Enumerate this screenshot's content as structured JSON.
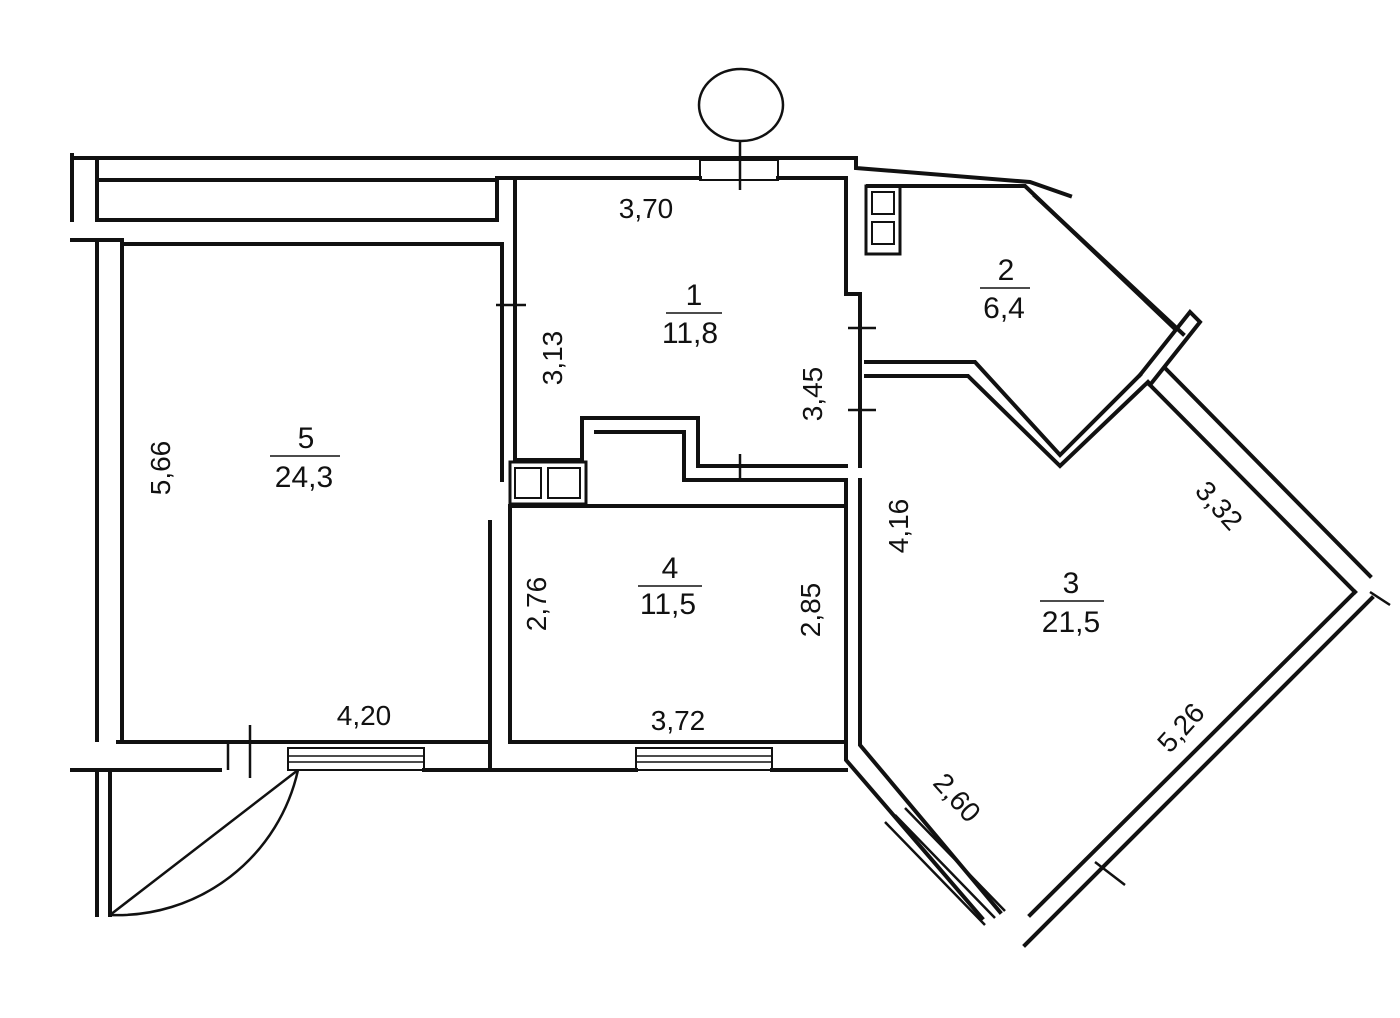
{
  "rooms": [
    {
      "number": "1",
      "area": "11,8"
    },
    {
      "number": "2",
      "area": "6,4"
    },
    {
      "number": "3",
      "area": "21,5"
    },
    {
      "number": "4",
      "area": "11,5"
    },
    {
      "number": "5",
      "area": "24,3"
    }
  ],
  "dimensions": {
    "room1_top": "3,70",
    "room1_left": "3,13",
    "room1_right": "3,45",
    "room5_left": "5,66",
    "room5_bottom": "4,20",
    "room4_left": "2,76",
    "room4_right": "2,85",
    "room4_bottom": "3,72",
    "room3_left": "4,16",
    "room3_top_right": "3,32",
    "room3_bottom_right": "5,26",
    "room3_bottom_left": "2,60"
  }
}
